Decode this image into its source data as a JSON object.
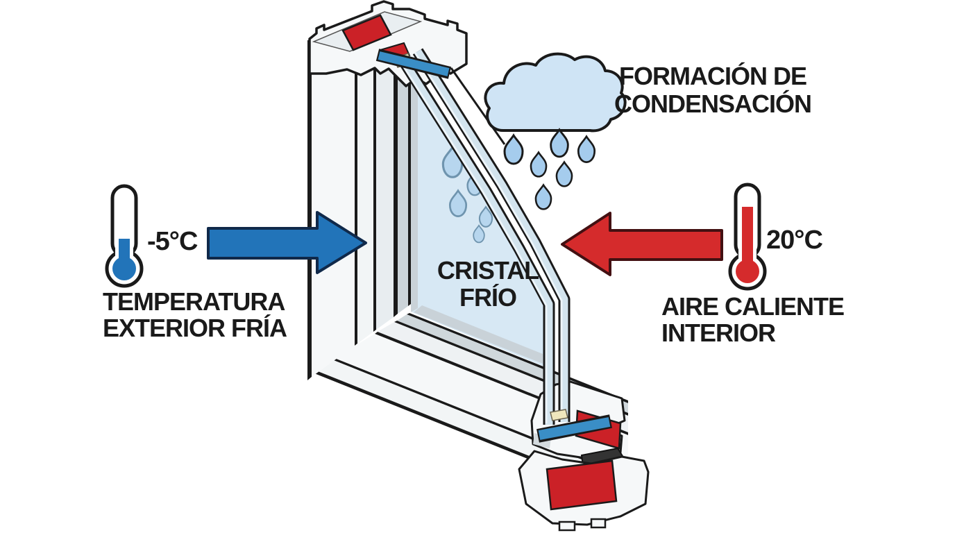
{
  "labels": {
    "condensation": {
      "line1": "FORMACIÓN DE",
      "line2": "CONDENSACIÓN"
    },
    "cold_glass": {
      "line1": "CRISTAL",
      "line2": "FRÍO"
    },
    "exterior": {
      "temperature": "-5°C",
      "name_line1": "TEMPERATURA",
      "name_line2": "EXTERIOR FRÍA"
    },
    "interior": {
      "temperature": "20°C",
      "name_line1": "AIRE CALIENTE",
      "name_line2": "INTERIOR"
    }
  },
  "icons": {
    "cold_thermometer": "thermometer-low-blue",
    "warm_thermometer": "thermometer-high-red",
    "rain_cloud": "cloud-with-raindrops",
    "cold_arrow": "arrow-right-blue",
    "warm_arrow": "arrow-left-red"
  },
  "colors": {
    "cold": "#2274b9",
    "warm": "#d52b2c",
    "glass": "#d7e8f4",
    "pane": "#d3e4ee",
    "cloud": "#cfe4f5",
    "raindrop": "#a5cced",
    "glass_droplet": "#b7d6ee",
    "glass_droplet_stroke": "#6f94ae",
    "frame_white": "#f6f8f9",
    "chamber_red": "#cb2127",
    "gasket_blue": "#3a8ec6",
    "spacer_cream": "#efe6bd",
    "outline": "#1a1a1a",
    "text": "#1a1a1a"
  }
}
